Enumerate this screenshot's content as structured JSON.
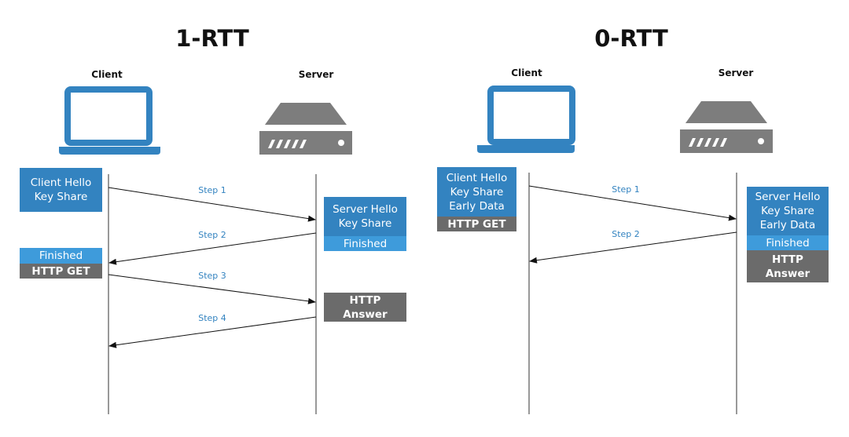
{
  "left": {
    "title": "1-RTT",
    "client_label": "Client",
    "server_label": "Server",
    "client_box1": [
      "Client Hello",
      "Key Share"
    ],
    "server_box1": [
      "Server Hello",
      "Key Share"
    ],
    "server_finished": "Finished",
    "client_finished": "Finished",
    "client_http_get": "HTTP GET",
    "server_http_answer": [
      "HTTP",
      "Answer"
    ],
    "steps": [
      "Step 1",
      "Step 2",
      "Step 3",
      "Step 4"
    ]
  },
  "right": {
    "title": "0-RTT",
    "client_label": "Client",
    "server_label": "Server",
    "client_box1": [
      "Client Hello",
      "Key Share",
      "Early Data"
    ],
    "client_http_get": "HTTP GET",
    "server_box1": [
      "Server Hello",
      "Key Share",
      "Early Data"
    ],
    "server_finished": "Finished",
    "server_http_answer": [
      "HTTP",
      "Answer"
    ],
    "steps": [
      "Step 1",
      "Step 2"
    ]
  },
  "colors": {
    "blue": "#3383c0",
    "light_blue": "#3e9bdb",
    "dark_gray": "#6b6b6b",
    "server_gray": "#7d7d7d"
  }
}
